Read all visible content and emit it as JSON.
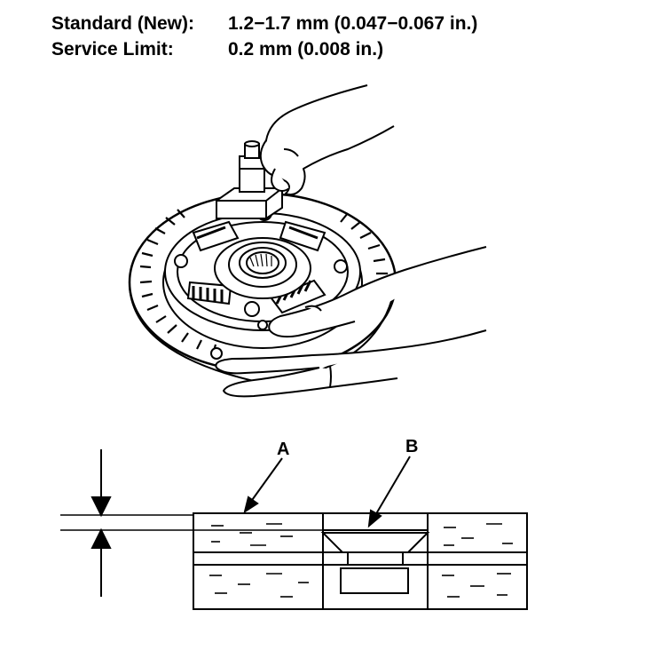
{
  "specs": {
    "standard_label": "Standard (New):",
    "standard_value": "1.2−1.7 mm (0.047−0.067 in.)",
    "limit_label": "Service Limit:",
    "limit_value": "0.2 mm (0.008 in.)"
  },
  "callouts": {
    "a": "A",
    "b": "B"
  },
  "icons": {
    "clutch_disc": "clutch-disc-illustration",
    "caliper": "vernier-caliper-icon",
    "hands": "hands-icon",
    "arrows": "dimension-arrow-icon"
  }
}
